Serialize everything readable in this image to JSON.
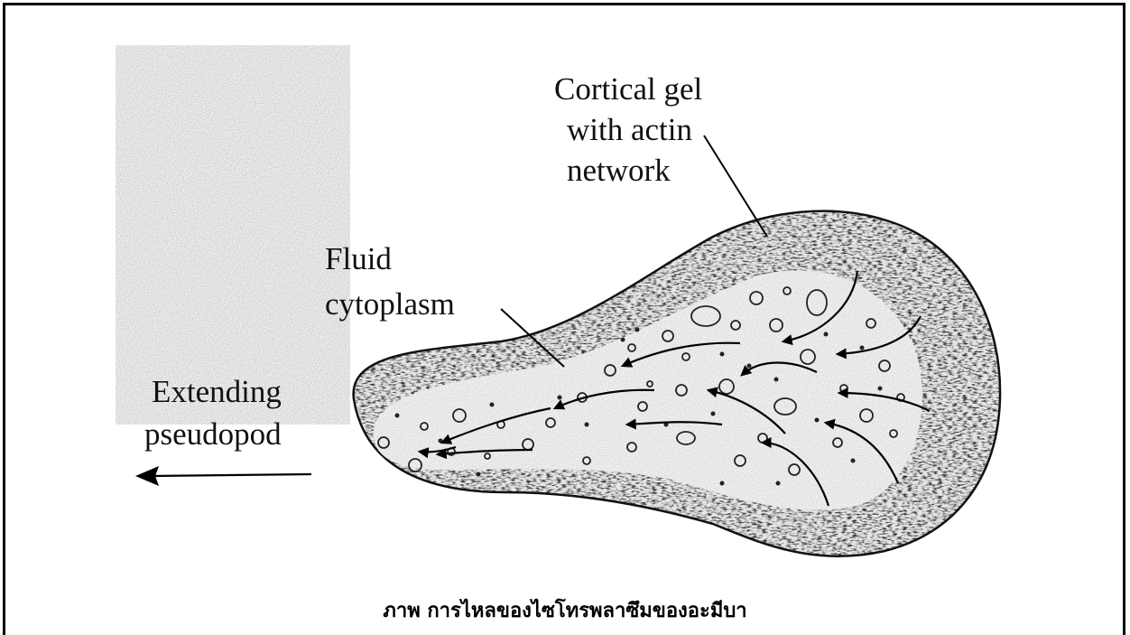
{
  "diagram": {
    "labels": {
      "cortical_gel": [
        "Cortical gel",
        "with actin",
        "network"
      ],
      "fluid_cytoplasm": [
        "Fluid",
        "cytoplasm"
      ],
      "extending_pseudopod": [
        "Extending",
        "pseudopod"
      ]
    },
    "caption": "ภาพ การไหลของไซโทรพลาซึมของอะมีบา"
  }
}
